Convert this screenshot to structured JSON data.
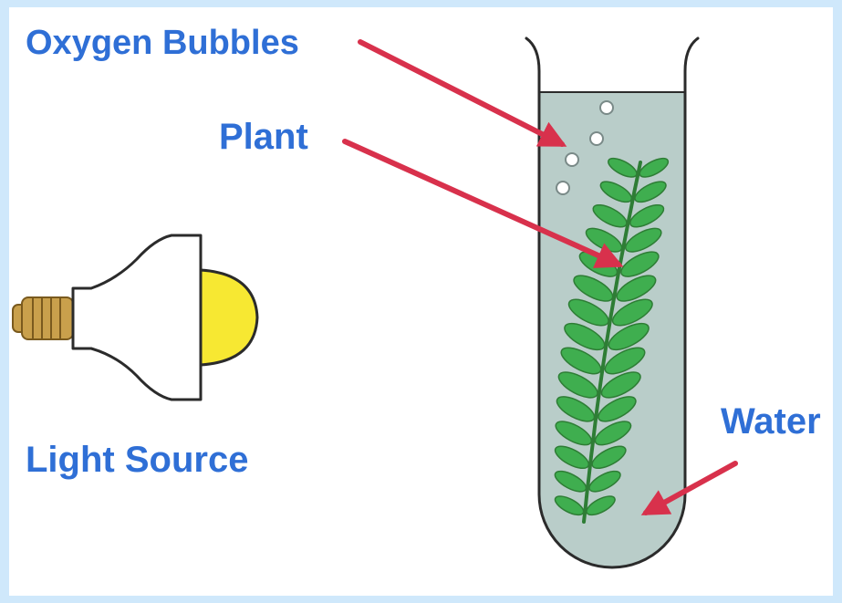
{
  "labels": {
    "oxygen_bubbles": "Oxygen Bubbles",
    "plant": "Plant",
    "water": "Water",
    "light_source": "Light Source"
  },
  "colors": {
    "frame": "#cfe8fb",
    "panel": "#ffffff",
    "label_text": "#2f6fd6",
    "arrow": "#d8314c",
    "water": "#b9cdc9",
    "tube_outline": "#2b2b2b",
    "leaf": "#3fae4f",
    "stem": "#2e7d35",
    "bulb_glow": "#f7e832",
    "bulb_base": "#c9a04c",
    "bulb_glass": "#ffffff"
  },
  "icons": {
    "light_source": "light-bulb-icon",
    "container": "test-tube-icon",
    "plant": "aquatic-plant-icon",
    "bubbles": "bubble-icon"
  }
}
